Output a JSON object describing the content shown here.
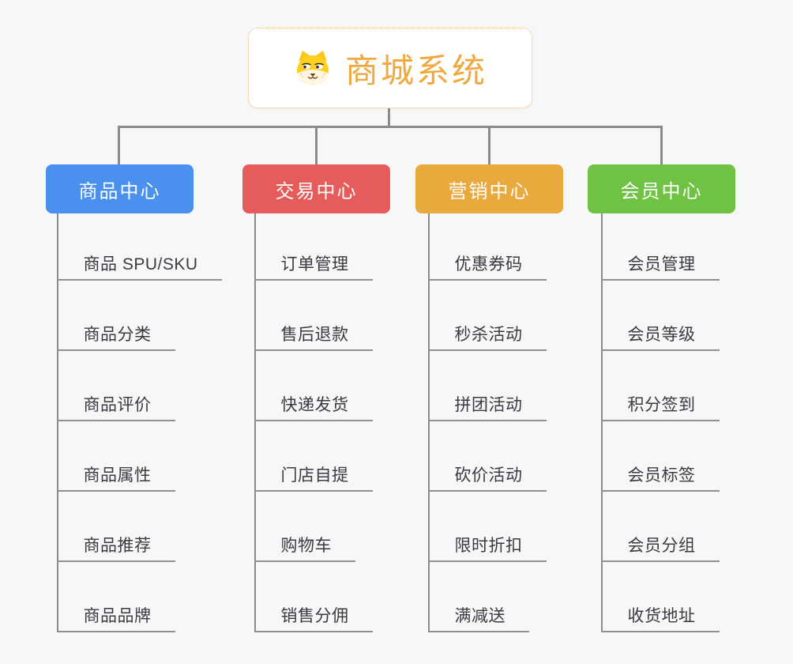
{
  "root": {
    "label": "商城系统",
    "icon": "dog-face-icon",
    "text_color": "#efa93f",
    "border_color": "#edb768"
  },
  "connector_color": "#8a8a8a",
  "underline_color": "#909090",
  "background_color": "#f7f7f8",
  "branches": [
    {
      "label": "商品中心",
      "color": "#4a90ee",
      "children": [
        "商品 SPU/SKU",
        "商品分类",
        "商品评价",
        "商品属性",
        "商品推荐",
        "商品品牌"
      ]
    },
    {
      "label": "交易中心",
      "color": "#e65c5b",
      "children": [
        "订单管理",
        "售后退款",
        "快递发货",
        "门店自提",
        "购物车",
        "销售分佣"
      ]
    },
    {
      "label": "营销中心",
      "color": "#e9a93d",
      "children": [
        "优惠券码",
        "秒杀活动",
        "拼团活动",
        "砍价活动",
        "限时折扣",
        "满减送"
      ]
    },
    {
      "label": "会员中心",
      "color": "#6fc243",
      "children": [
        "会员管理",
        "会员等级",
        "积分签到",
        "会员标签",
        "会员分组",
        "收货地址"
      ]
    }
  ]
}
